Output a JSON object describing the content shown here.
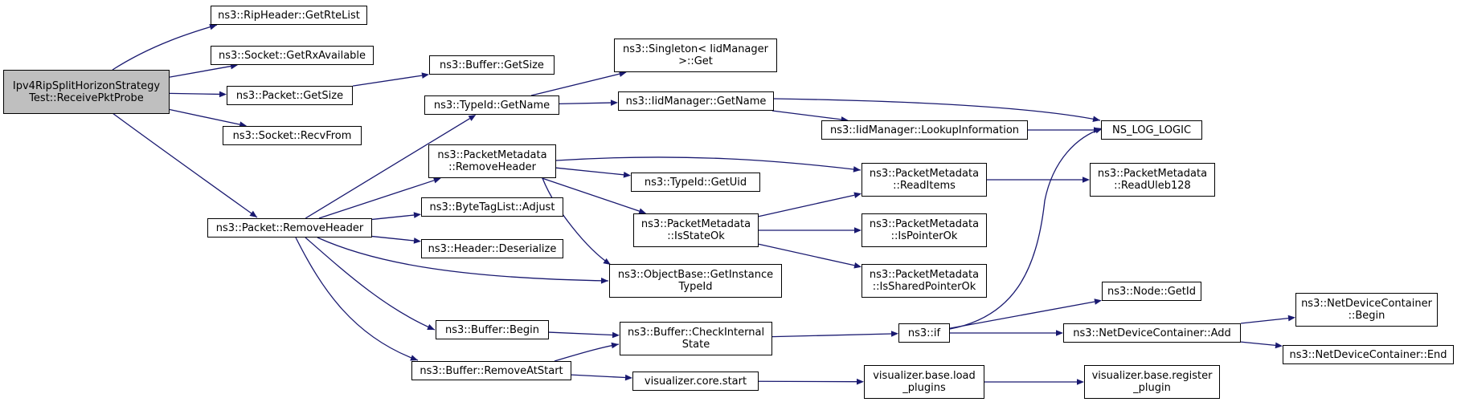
{
  "root": "n0",
  "colors": {
    "edge": "#191970",
    "root_fill": "#bfbfbf",
    "node_fill": "#ffffff",
    "node_border": "#000000"
  },
  "nodes": [
    {
      "id": "n0",
      "label": "Ipv4RipSplitHorizonStrategy\nTest::ReceivePktProbe",
      "name": "node-ipv4ripsplithorizonstrategytest-receivepktprobe"
    },
    {
      "id": "n1",
      "label": "ns3::RipHeader::GetRteList",
      "name": "node-ripheader-getrtelist"
    },
    {
      "id": "n2",
      "label": "ns3::Socket::GetRxAvailable",
      "name": "node-socket-getrxavailable"
    },
    {
      "id": "n3",
      "label": "ns3::Packet::GetSize",
      "name": "node-packet-getsize"
    },
    {
      "id": "n4",
      "label": "ns3::Socket::RecvFrom",
      "name": "node-socket-recvfrom"
    },
    {
      "id": "n5",
      "label": "ns3::Packet::RemoveHeader",
      "name": "node-packet-removeheader"
    },
    {
      "id": "n6",
      "label": "ns3::Buffer::GetSize",
      "name": "node-buffer-getsize"
    },
    {
      "id": "n7",
      "label": "ns3::TypeId::GetName",
      "name": "node-typeid-getname"
    },
    {
      "id": "n8",
      "label": "ns3::PacketMetadata\n::RemoveHeader",
      "name": "node-packetmetadata-removeheader"
    },
    {
      "id": "n9",
      "label": "ns3::ByteTagList::Adjust",
      "name": "node-bytetaglist-adjust"
    },
    {
      "id": "n10",
      "label": "ns3::Header::Deserialize",
      "name": "node-header-deserialize"
    },
    {
      "id": "n11",
      "label": "ns3::ObjectBase::GetInstance\nTypeId",
      "name": "node-objectbase-getinstancetypeid"
    },
    {
      "id": "n12",
      "label": "ns3::Buffer::Begin",
      "name": "node-buffer-begin"
    },
    {
      "id": "n13",
      "label": "ns3::Buffer::RemoveAtStart",
      "name": "node-buffer-removeatstart"
    },
    {
      "id": "n14",
      "label": "ns3::Singleton< IidManager\n>::Get",
      "name": "node-singleton-iidmanager-get"
    },
    {
      "id": "n15",
      "label": "ns3::IidManager::GetName",
      "name": "node-iidmanager-getname"
    },
    {
      "id": "n16",
      "label": "ns3::TypeId::GetUid",
      "name": "node-typeid-getuid"
    },
    {
      "id": "n17",
      "label": "ns3::PacketMetadata\n::IsStateOk",
      "name": "node-packetmetadata-isstateok"
    },
    {
      "id": "n18",
      "label": "ns3::Buffer::CheckInternal\nState",
      "name": "node-buffer-checkinternalstate"
    },
    {
      "id": "n19",
      "label": "visualizer.core.start",
      "name": "node-visualizer-core-start"
    },
    {
      "id": "n20",
      "label": "ns3::IidManager::LookupInformation",
      "name": "node-iidmanager-lookupinformation"
    },
    {
      "id": "n21",
      "label": "ns3::PacketMetadata\n::ReadItems",
      "name": "node-packetmetadata-readitems"
    },
    {
      "id": "n22",
      "label": "ns3::PacketMetadata\n::IsPointerOk",
      "name": "node-packetmetadata-ispointerok"
    },
    {
      "id": "n23",
      "label": "ns3::PacketMetadata\n::IsSharedPointerOk",
      "name": "node-packetmetadata-issharedpointerok"
    },
    {
      "id": "n24",
      "label": "ns3::if",
      "name": "node-ns3-if"
    },
    {
      "id": "n25",
      "label": "visualizer.base.load\n_plugins",
      "name": "node-visualizer-base-load-plugins"
    },
    {
      "id": "n26",
      "label": "NS_LOG_LOGIC",
      "name": "node-ns-log-logic"
    },
    {
      "id": "n27",
      "label": "ns3::PacketMetadata\n::ReadUleb128",
      "name": "node-packetmetadata-readuleb128"
    },
    {
      "id": "n28",
      "label": "ns3::Node::GetId",
      "name": "node-node-getid"
    },
    {
      "id": "n29",
      "label": "ns3::NetDeviceContainer::Add",
      "name": "node-netdevicecontainer-add"
    },
    {
      "id": "n30",
      "label": "visualizer.base.register\n_plugin",
      "name": "node-visualizer-base-register-plugin"
    },
    {
      "id": "n31",
      "label": "ns3::NetDeviceContainer\n::Begin",
      "name": "node-netdevicecontainer-begin"
    },
    {
      "id": "n32",
      "label": "ns3::NetDeviceContainer::End",
      "name": "node-netdevicecontainer-end"
    }
  ],
  "edges": [
    [
      "n0",
      "n1"
    ],
    [
      "n0",
      "n2"
    ],
    [
      "n0",
      "n3"
    ],
    [
      "n0",
      "n4"
    ],
    [
      "n0",
      "n5"
    ],
    [
      "n3",
      "n6"
    ],
    [
      "n5",
      "n7"
    ],
    [
      "n5",
      "n8"
    ],
    [
      "n5",
      "n9"
    ],
    [
      "n5",
      "n10"
    ],
    [
      "n5",
      "n11"
    ],
    [
      "n5",
      "n12"
    ],
    [
      "n5",
      "n13"
    ],
    [
      "n7",
      "n14"
    ],
    [
      "n7",
      "n15"
    ],
    [
      "n15",
      "n26"
    ],
    [
      "n15",
      "n20"
    ],
    [
      "n20",
      "n26"
    ],
    [
      "n8",
      "n21"
    ],
    [
      "n8",
      "n16"
    ],
    [
      "n8",
      "n17"
    ],
    [
      "n8",
      "n11"
    ],
    [
      "n17",
      "n21"
    ],
    [
      "n17",
      "n22"
    ],
    [
      "n17",
      "n23"
    ],
    [
      "n21",
      "n27"
    ],
    [
      "n12",
      "n18"
    ],
    [
      "n13",
      "n18"
    ],
    [
      "n13",
      "n19"
    ],
    [
      "n18",
      "n24"
    ],
    [
      "n24",
      "n26"
    ],
    [
      "n24",
      "n28"
    ],
    [
      "n24",
      "n29"
    ],
    [
      "n29",
      "n31"
    ],
    [
      "n29",
      "n32"
    ],
    [
      "n19",
      "n25"
    ],
    [
      "n25",
      "n30"
    ]
  ]
}
